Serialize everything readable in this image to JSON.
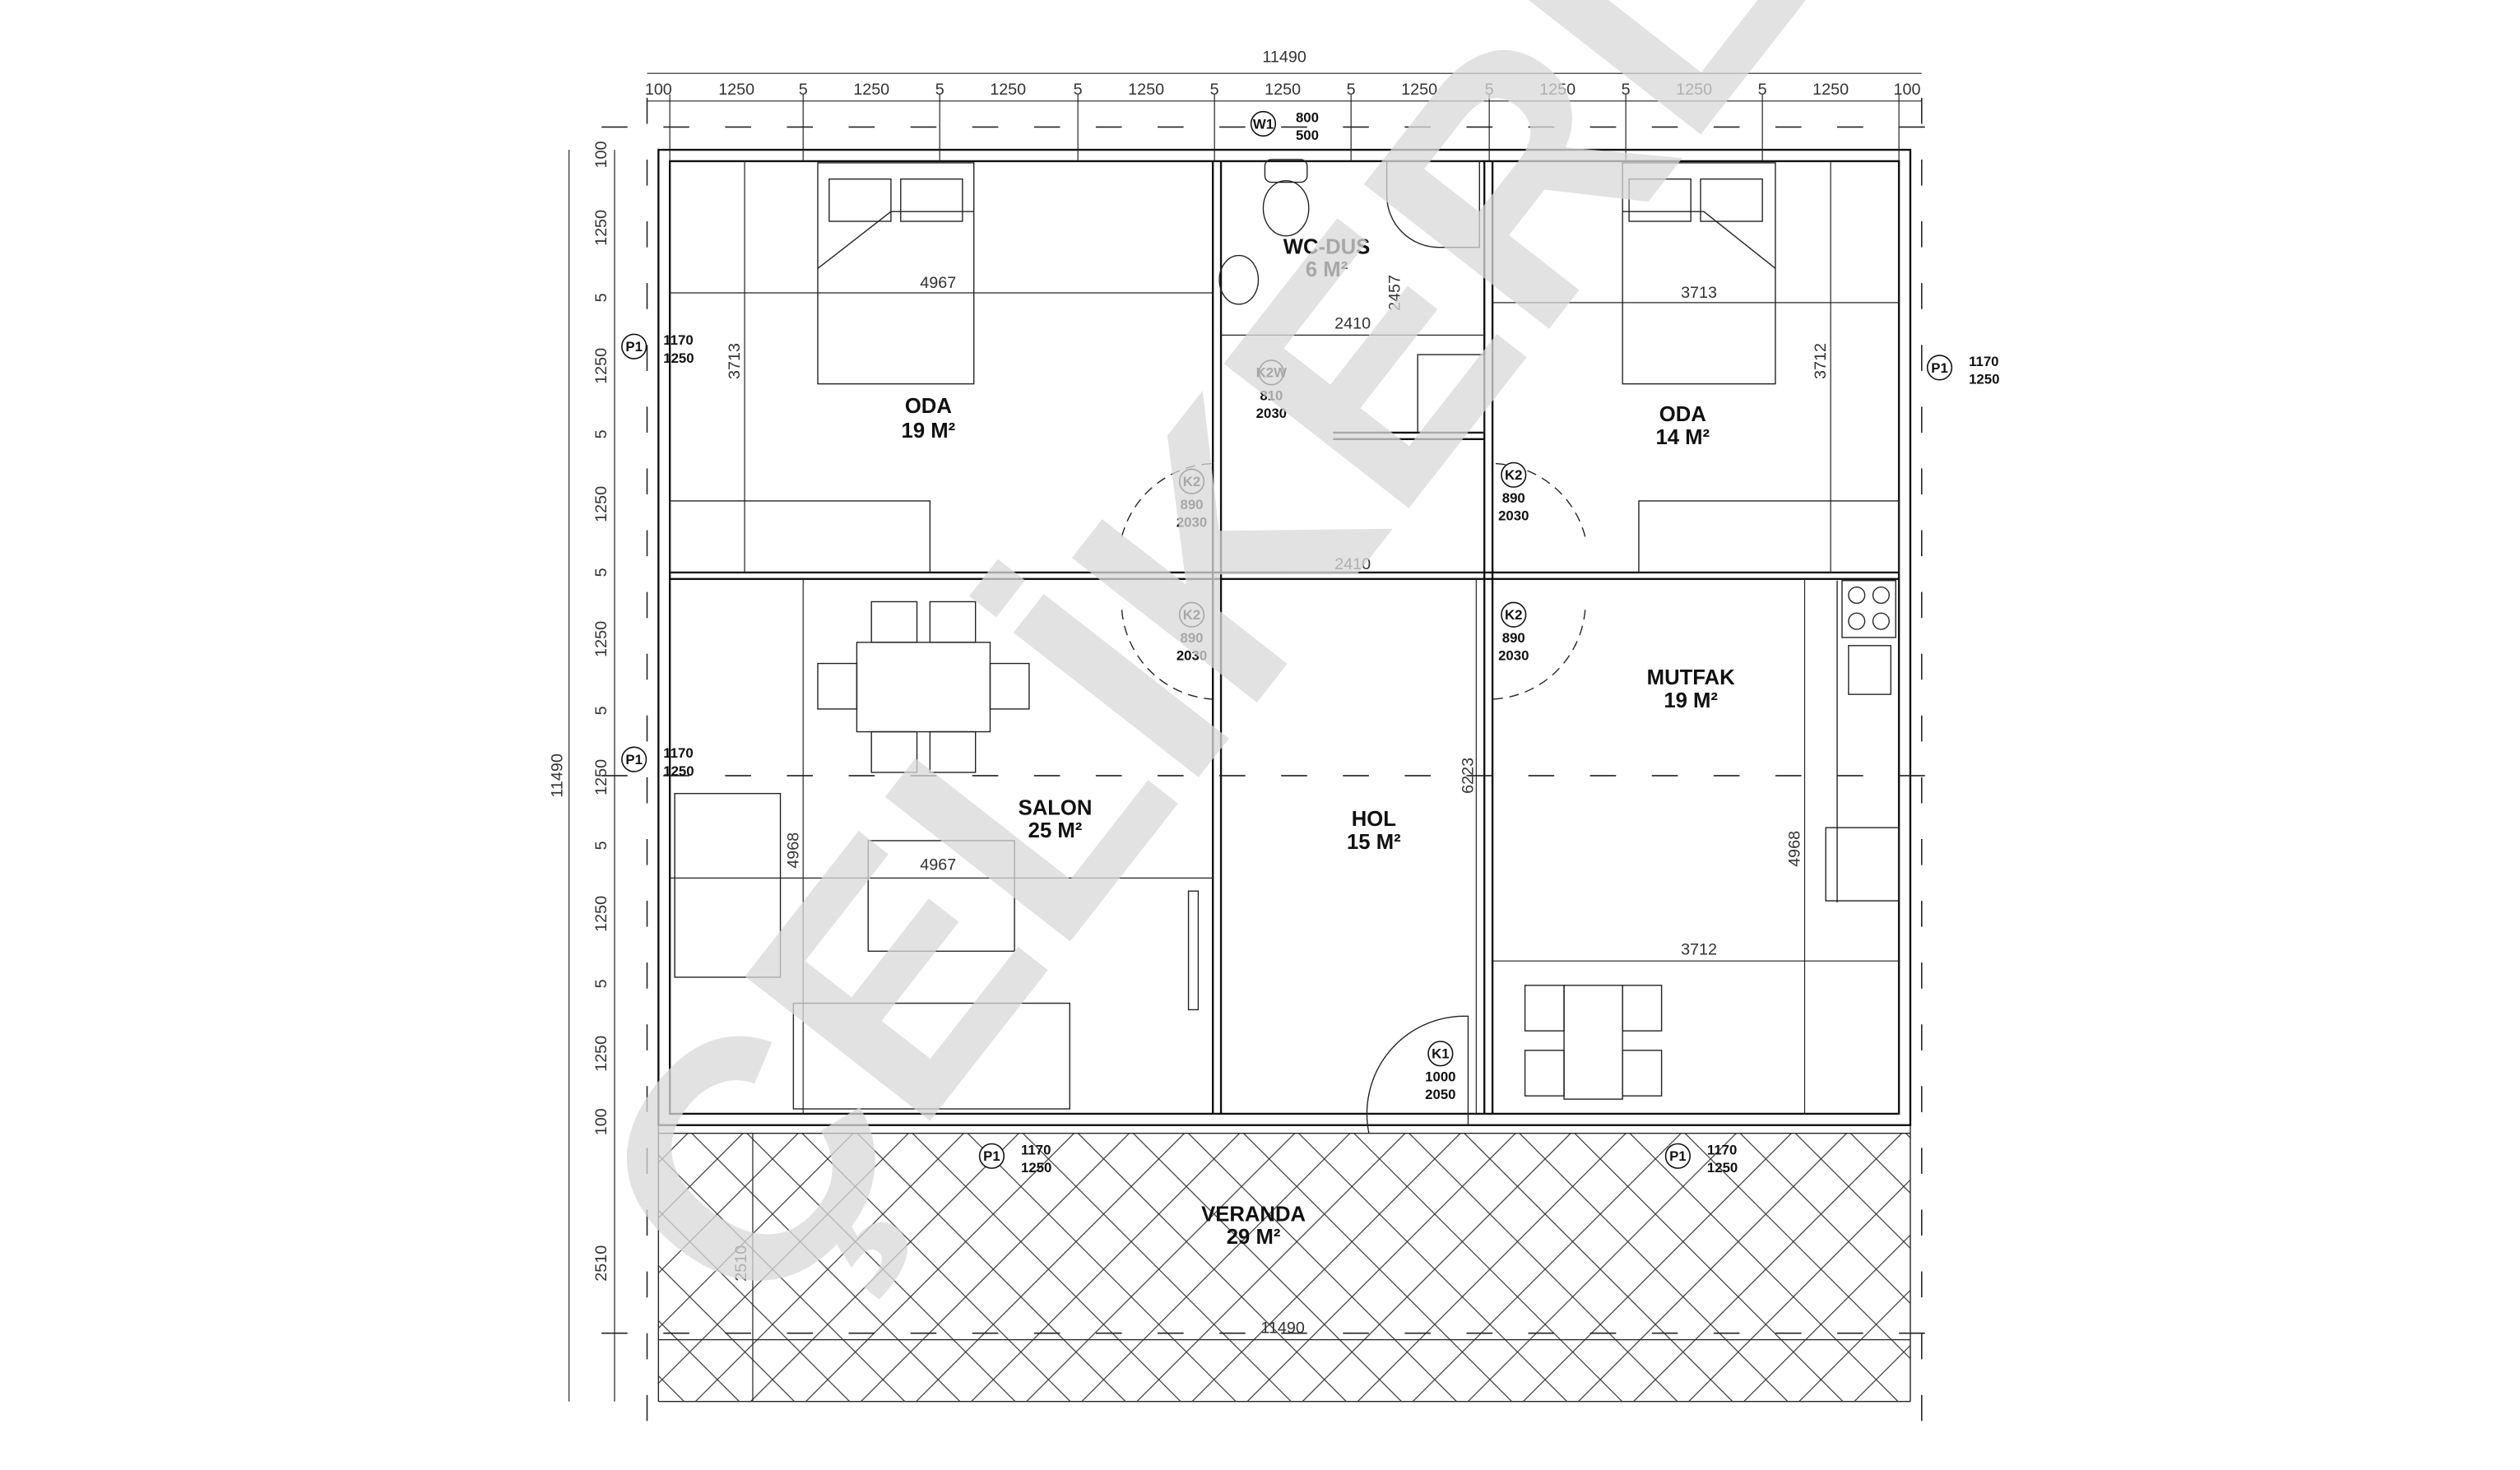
{
  "watermark": "ÇELİKERLER",
  "overall": {
    "width": "11490",
    "depth": "11490",
    "veranda_depth": "2510"
  },
  "top_dims": [
    "100",
    "1250",
    "5",
    "1250",
    "5",
    "1250",
    "5",
    "1250",
    "5",
    "1250",
    "5",
    "1250",
    "5",
    "1250",
    "5",
    "1250",
    "5",
    "1250",
    "100"
  ],
  "left_dims": [
    "100",
    "1250",
    "5",
    "1250",
    "5",
    "1250",
    "5",
    "1250",
    "5",
    "1250",
    "5",
    "1250",
    "5",
    "1250",
    "100",
    "2510"
  ],
  "rooms": [
    {
      "name": "ODA",
      "area": "19 M²"
    },
    {
      "name": "WC-DUS",
      "area": "6 M²"
    },
    {
      "name": "ODA",
      "area": "14 M²"
    },
    {
      "name": "MUTFAK",
      "area": "19 M²"
    },
    {
      "name": "SALON",
      "area": "25 M²"
    },
    {
      "name": "HOL",
      "area": "15 M²"
    },
    {
      "name": "VERANDA",
      "area": "29 M²"
    }
  ],
  "inner_dims": [
    "4967",
    "3713",
    "2410",
    "2457",
    "3713",
    "3712",
    "2410",
    "6223",
    "4967",
    "4968",
    "4968",
    "3712",
    "11490",
    "2510"
  ],
  "openings": [
    {
      "code": "W1",
      "w": "800",
      "h": "500"
    },
    {
      "code": "K2W",
      "w": "810",
      "h": "2030"
    },
    {
      "code": "K2",
      "w": "890",
      "h": "2030"
    },
    {
      "code": "K2",
      "w": "890",
      "h": "2030"
    },
    {
      "code": "K2",
      "w": "890",
      "h": "2030"
    },
    {
      "code": "K2",
      "w": "890",
      "h": "2030"
    },
    {
      "code": "K1",
      "w": "1000",
      "h": "2050"
    },
    {
      "code": "P1",
      "w": "1170",
      "h": "1250"
    },
    {
      "code": "P1",
      "w": "1170",
      "h": "1250"
    },
    {
      "code": "P1",
      "w": "1170",
      "h": "1250"
    },
    {
      "code": "P1",
      "w": "1170",
      "h": "1250"
    },
    {
      "code": "P1",
      "w": "1170",
      "h": "1250"
    }
  ]
}
